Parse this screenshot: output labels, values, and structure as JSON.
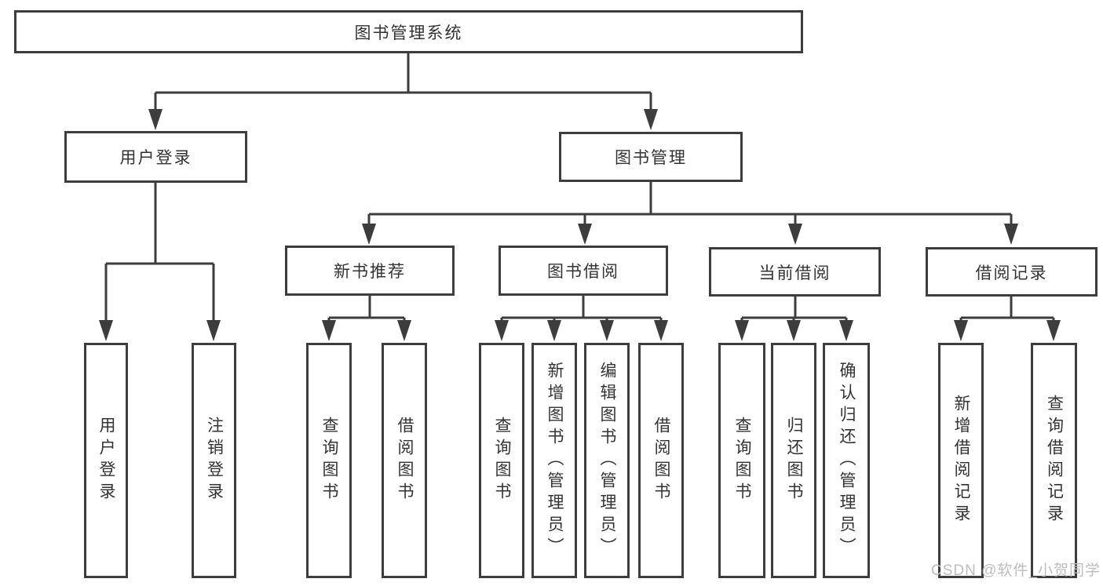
{
  "diagram": {
    "title": "图书管理系统",
    "colors": {
      "line": "#3d3d3d",
      "text": "#333333",
      "watermark": "#bdbdbd",
      "background": "#ffffff"
    },
    "nodes": {
      "root": {
        "label": "图书管理系统"
      },
      "level2": [
        {
          "label": "用户登录"
        },
        {
          "label": "图书管理"
        }
      ],
      "level3": [
        {
          "label": "新书推荐",
          "parent": "图书管理"
        },
        {
          "label": "图书借阅",
          "parent": "图书管理"
        },
        {
          "label": "当前借阅",
          "parent": "图书管理"
        },
        {
          "label": "借阅记录",
          "parent": "图书管理"
        }
      ],
      "leaves": [
        {
          "label": "用户登录",
          "parent": "用户登录"
        },
        {
          "label": "注销登录",
          "parent": "用户登录"
        },
        {
          "label": "查询图书",
          "parent": "新书推荐"
        },
        {
          "label": "借阅图书",
          "parent": "新书推荐"
        },
        {
          "label": "查询图书",
          "parent": "图书借阅"
        },
        {
          "label": "新增图书（管理员）",
          "parent": "图书借阅"
        },
        {
          "label": "编辑图书（管理员）",
          "parent": "图书借阅"
        },
        {
          "label": "借阅图书",
          "parent": "图书借阅"
        },
        {
          "label": "查询图书",
          "parent": "当前借阅"
        },
        {
          "label": "归还图书",
          "parent": "当前借阅"
        },
        {
          "label": "确认归还（管理员）",
          "parent": "当前借阅"
        },
        {
          "label": "新增借阅记录",
          "parent": "借阅记录"
        },
        {
          "label": "查询借阅记录",
          "parent": "借阅记录"
        }
      ]
    },
    "watermark": "CSDN @软件_小贺同学"
  }
}
